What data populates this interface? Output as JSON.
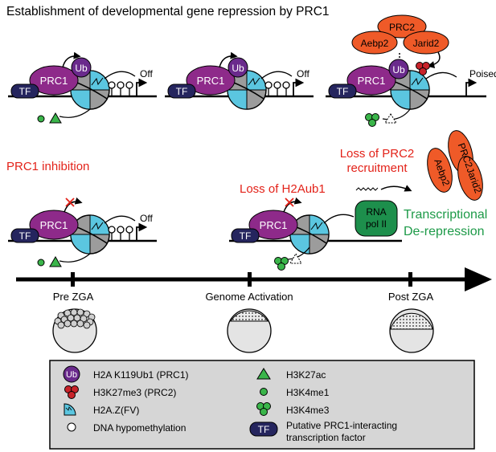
{
  "title": "Establishment of developmental gene repression by PRC1",
  "colors": {
    "prc1": "#8e2a8a",
    "ub": "#6a2a8c",
    "tf": "#25255e",
    "prc2": "#ef5a28",
    "k27me3": "#c8232a",
    "h2az": "#5bc6e0",
    "k27ac": "#3ab54a",
    "rnapol": "#1d8f4c",
    "red_text": "#e32219",
    "green_text": "#1d9a48",
    "legend_bg": "#d6d6d6",
    "nucleosome": "#9c9c9c"
  },
  "labels": {
    "prc1": "PRC1",
    "ub": "Ub",
    "tf": "TF",
    "prc2": "PRC2",
    "aebp2": "Aebp2",
    "jarid2": "Jarid2",
    "off": "Off",
    "poised": "Poised",
    "rna_pol_line1": "RNA",
    "rna_pol_line2": "pol II"
  },
  "annotations": {
    "prc1_inhibition": "PRC1 inhibition",
    "loss_h2aub1": "Loss of H2Aub1",
    "loss_prc2_line1": "Loss of PRC2",
    "loss_prc2_line2": "recruitment",
    "transcriptional": "Transcriptional",
    "derepression": "De-repression"
  },
  "timeline": {
    "stages": [
      "Pre ZGA",
      "Genome Activation",
      "Post ZGA"
    ]
  },
  "legend": {
    "left": [
      {
        "icon": "ub",
        "text": "H2A K119Ub1 (PRC1)"
      },
      {
        "icon": "k27me3",
        "text": "H3K27me3 (PRC2)"
      },
      {
        "icon": "h2az",
        "text": "H2A.Z(FV)"
      },
      {
        "icon": "hypometh",
        "text": "DNA hypomethylation"
      }
    ],
    "right": [
      {
        "icon": "k27ac",
        "text": "H3K27ac"
      },
      {
        "icon": "k4me1",
        "text": "H3K4me1"
      },
      {
        "icon": "k4me3",
        "text": "H3K4me3"
      },
      {
        "icon": "tf",
        "text_line1": "Putative PRC1-interacting",
        "text_line2": "transcription factor"
      }
    ]
  }
}
